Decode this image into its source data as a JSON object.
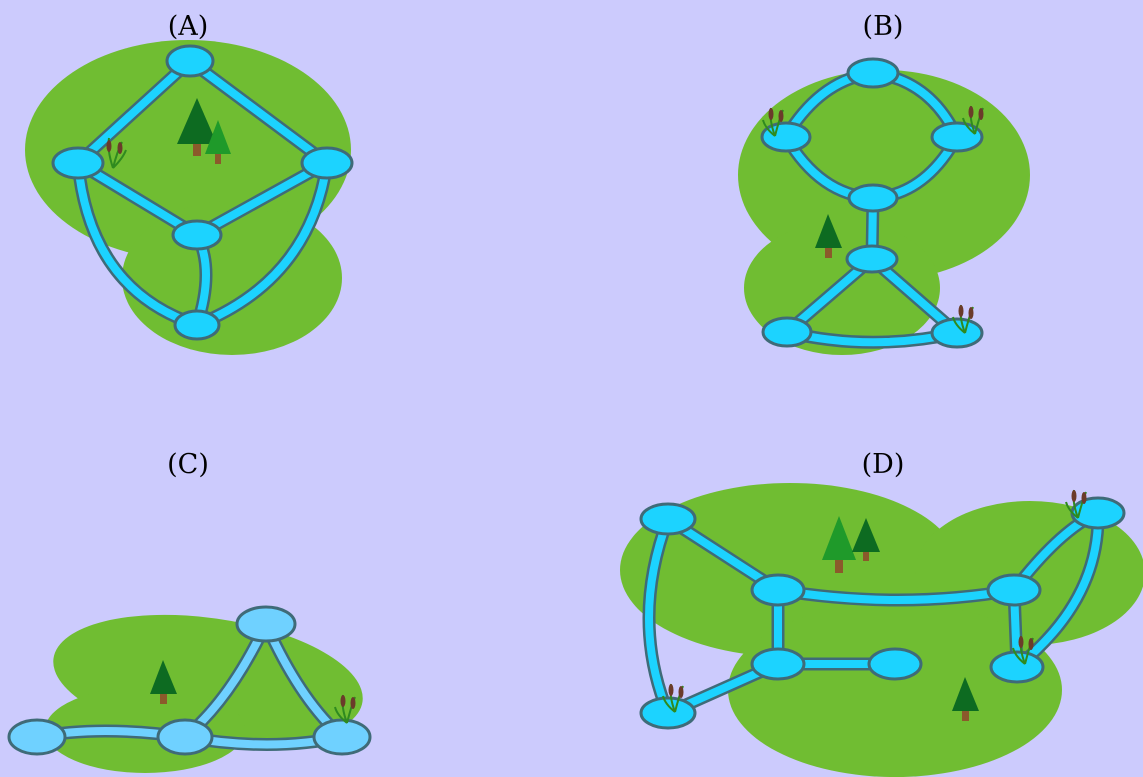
{
  "panels": [
    {
      "label": "(A)"
    },
    {
      "label": "(B)"
    },
    {
      "label": "(C)"
    },
    {
      "label": "(D)"
    }
  ],
  "colors": {
    "background": "#cccbfd",
    "land": "#70bd32",
    "water": "#1cd3ff",
    "water_pale": "#6fd1ff",
    "water_outline": "#3f6b78",
    "tree_dark": "#0d6b21",
    "tree_light": "#1f9a2a",
    "trunk": "#8b5a2b",
    "cattail_head": "#6b3b2a",
    "cattail_leaf": "#2f8a1f"
  },
  "icons": [
    "pine-tree-icon",
    "cattail-reed-icon"
  ]
}
